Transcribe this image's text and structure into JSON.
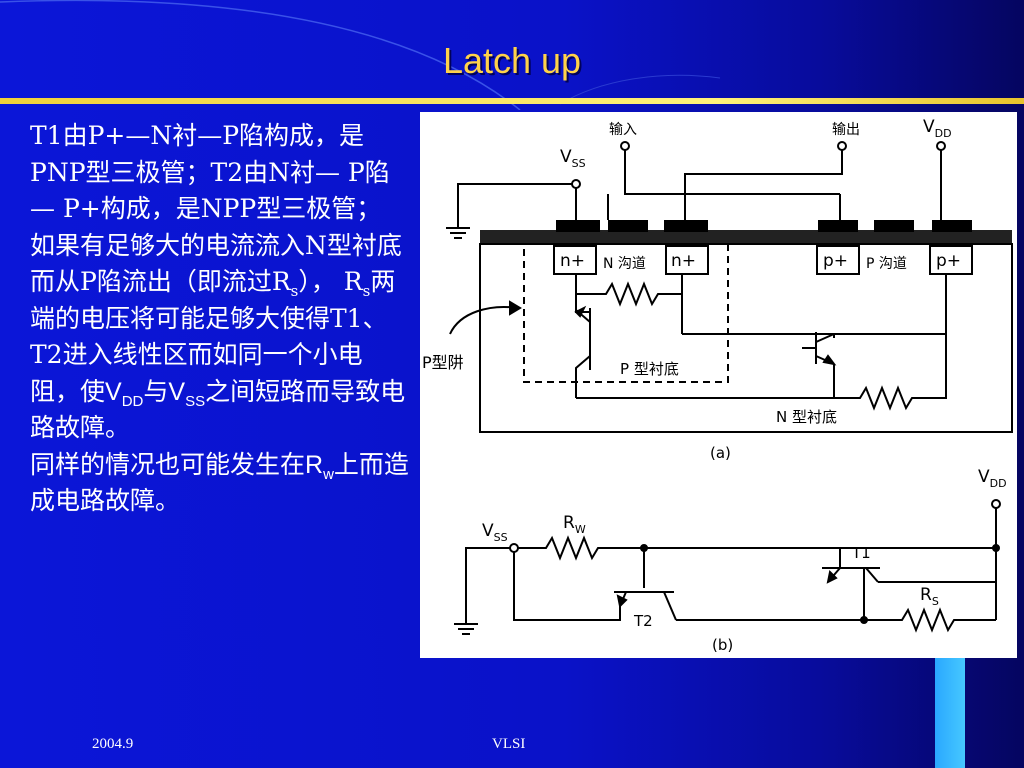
{
  "slide": {
    "title": "Latch up",
    "footer_left": "2004.9",
    "footer_center": "VLSI"
  },
  "text": {
    "p1": "T1由P+—N衬—P陷构成，是PNP型三极管；T2由N衬— P陷— P+构成，是NPP型三极管；",
    "p2_a": "如果有足够大的电流流入N型衬底而从P陷流出（即流过R",
    "p2_sub1": "s",
    "p2_b": "）， R",
    "p2_sub2": "s",
    "p2_c": "两端的电压将可能足够大使得T1、T2进入线性区而如同一个小电阻，使",
    "p2_v1": "V",
    "p2_sub3": "DD",
    "p2_d": "与",
    "p2_v2": "V",
    "p2_sub4": "SS",
    "p2_e": "之间短路而导致电路故障。",
    "p3_a": "同样的情况也可能发生在",
    "p3_r": "R",
    "p3_sub": "w",
    "p3_b": "上而造成电路故障。"
  },
  "figure_a": {
    "in_label": "输入",
    "out_label": "输出",
    "vdd": "V",
    "vdd_sub": "DD",
    "vss": "V",
    "vss_sub": "SS",
    "n_plus_1": "n+",
    "n_channel": "N 沟道",
    "n_plus_2": "n+",
    "p_plus_1": "p+",
    "p_channel": "P 沟道",
    "p_plus_2": "p+",
    "p_well": "P型阱",
    "p_substrate": "P 型衬底",
    "n_substrate": "N 型衬底",
    "caption": "(a)"
  },
  "figure_b": {
    "vdd": "V",
    "vdd_sub": "DD",
    "vss": "V",
    "vss_sub": "SS",
    "rw": "R",
    "rw_sub": "W",
    "rs": "R",
    "rs_sub": "S",
    "t1": "T1",
    "t2": "T2",
    "caption": "(b)"
  }
}
